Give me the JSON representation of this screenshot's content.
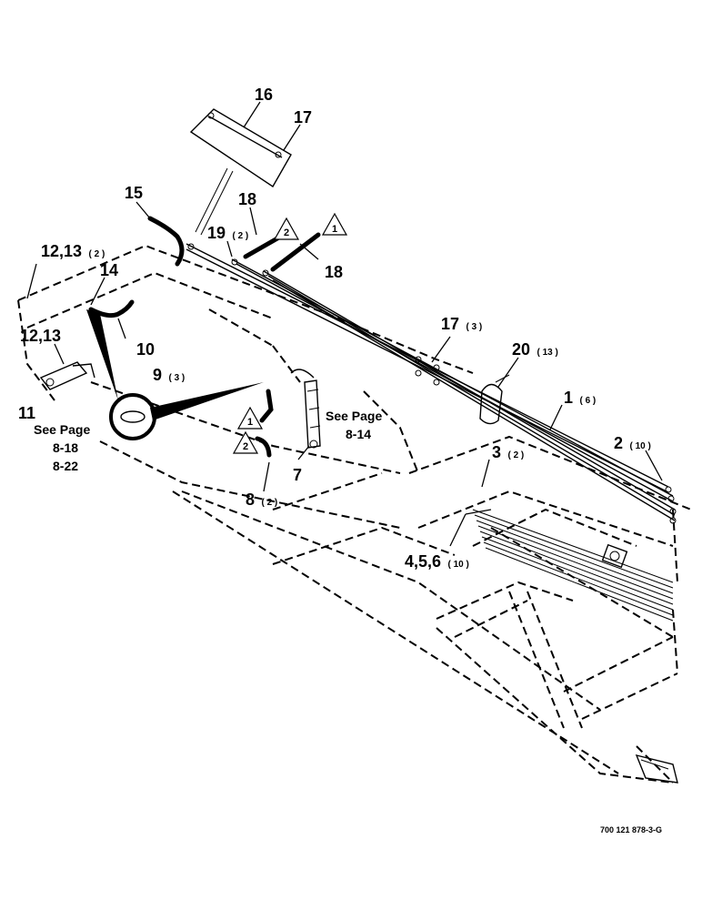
{
  "callouts": {
    "c16": {
      "num": "16",
      "qty": ""
    },
    "c17top": {
      "num": "17",
      "qty": ""
    },
    "c15": {
      "num": "15",
      "qty": ""
    },
    "c18a": {
      "num": "18",
      "qty": ""
    },
    "c19": {
      "num": "19",
      "qty": "( 2 )"
    },
    "c18b": {
      "num": "18",
      "qty": ""
    },
    "c1213a": {
      "num": "12,13",
      "qty": "( 2 )"
    },
    "c14": {
      "num": "14",
      "qty": ""
    },
    "c1213b": {
      "num": "12,13",
      "qty": ""
    },
    "c10": {
      "num": "10",
      "qty": ""
    },
    "c9": {
      "num": "9",
      "qty": "( 3 )"
    },
    "c11": {
      "num": "11",
      "qty": ""
    },
    "c17mid": {
      "num": "17",
      "qty": "( 3 )"
    },
    "c20": {
      "num": "20",
      "qty": "( 13 )"
    },
    "c1": {
      "num": "1",
      "qty": "( 6 )"
    },
    "c2": {
      "num": "2",
      "qty": "( 10 )"
    },
    "c3": {
      "num": "3",
      "qty": "( 2 )"
    },
    "c7": {
      "num": "7",
      "qty": ""
    },
    "c8": {
      "num": "8",
      "qty": "( 2 )"
    },
    "c456": {
      "num": "4,5,6",
      "qty": "( 10 )"
    }
  },
  "notes": {
    "left_ref": [
      "See Page",
      "8-18",
      "8-22"
    ],
    "mid_ref": [
      "See Page",
      "8-14"
    ]
  },
  "triangles": {
    "t1a": "1",
    "t2a": "2",
    "t1b": "1",
    "t2b": "2"
  },
  "figure_id": "700 121 878-3-G"
}
